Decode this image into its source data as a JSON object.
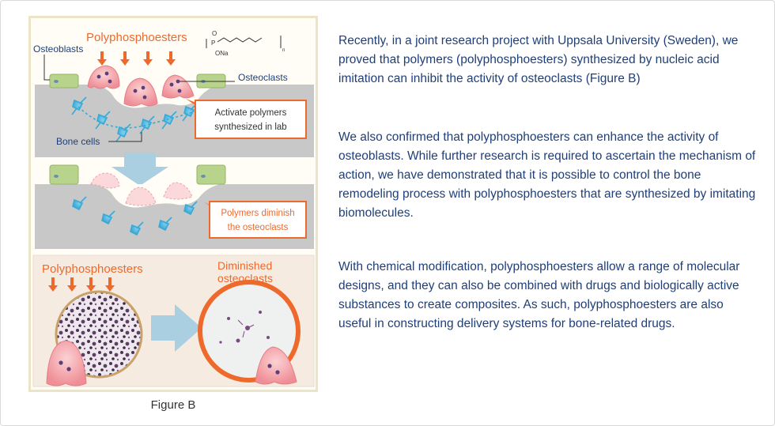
{
  "figure": {
    "panel_a": {
      "title": "Polyphosphoesters",
      "osteoblasts_label": "Osteoblasts",
      "osteoclasts_label": "Osteoclasts",
      "bone_cells_label": "Bone cells",
      "callout_line1": "Activate polymers",
      "callout_line2": "synthesized in lab",
      "formula_p": "P",
      "formula_o_top": "O",
      "formula_ona": "ONa",
      "formula_n": "n"
    },
    "panel_b": {
      "callout_line1": "Polymers diminish",
      "callout_line2": "the osteoclasts"
    },
    "panel_c": {
      "title": "Polyphosphoesters",
      "diminished_line1": "Diminished",
      "diminished_line2": "osteoclasts"
    },
    "caption": "Figure B",
    "colors": {
      "orange": "#ee6a2c",
      "bone_gray": "#c9c9c9",
      "bone_cell_blue": "#39a9d6",
      "osteoclast_pink": "#f3a0a6",
      "osteoblast_green": "#b8d48c",
      "panel_text_blue": "#1f3f78",
      "arrow_blue": "#a9cfe0"
    }
  },
  "text": {
    "paragraph1": "Recently, in a joint research project with Uppsala University (Sweden), we proved that polymers (polyphosphoesters) synthesized by nucleic acid imitation can inhibit the activity of osteoclasts (Figure B)",
    "paragraph2": "We also confirmed that polyphosphoesters can enhance the activity of osteoblasts. While further research is required to ascertain the mechanism of action, we have demonstrated that it is possible to control the bone remodeling process with polyphosphoesters that are synthesized by imitating biomolecules.",
    "paragraph3": "With chemical modification, polyphosphoesters allow a range of molecular designs, and they can also be combined with drugs and biologically active substances to create composites. As such, polyphosphoesters are also useful in constructing delivery systems for bone-related drugs."
  }
}
